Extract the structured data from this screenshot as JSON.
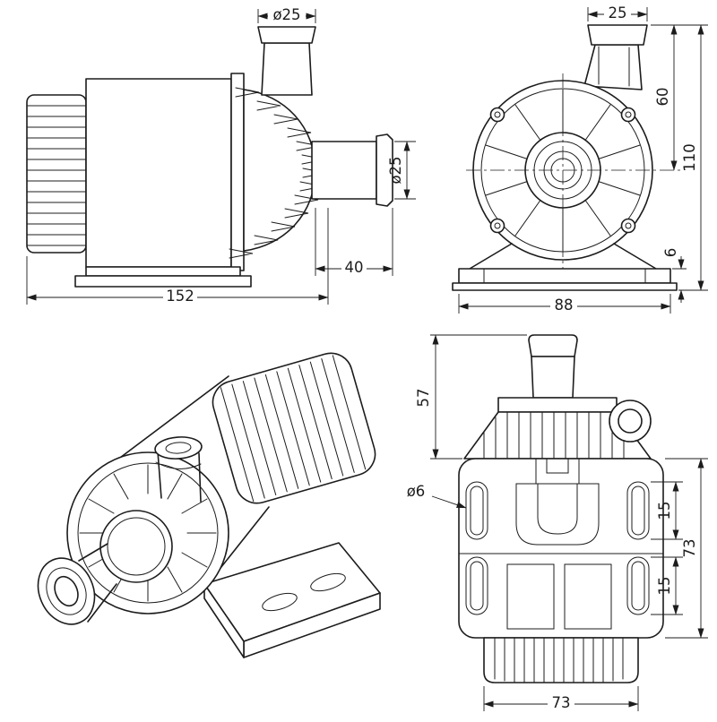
{
  "drawing": {
    "type": "technical-dimension-drawing",
    "units": "mm",
    "line_color": "#1c1c1c",
    "background": "#ffffff",
    "views": {
      "side": {
        "dims": {
          "top_port_dia": "ø25",
          "outlet_dia": "ø25",
          "outlet_length": "40",
          "overall_length": "152"
        }
      },
      "front": {
        "dims": {
          "inlet_width": "25",
          "axis_to_top": "60",
          "overall_height": "110",
          "base_thickness": "6",
          "base_width": "88"
        }
      },
      "bottom": {
        "dims": {
          "head_height": "57",
          "hole_dia": "ø6",
          "slot_top": "15",
          "slot_bottom": "15",
          "body_height": "73",
          "body_width": "73"
        }
      },
      "isometric": {}
    }
  }
}
